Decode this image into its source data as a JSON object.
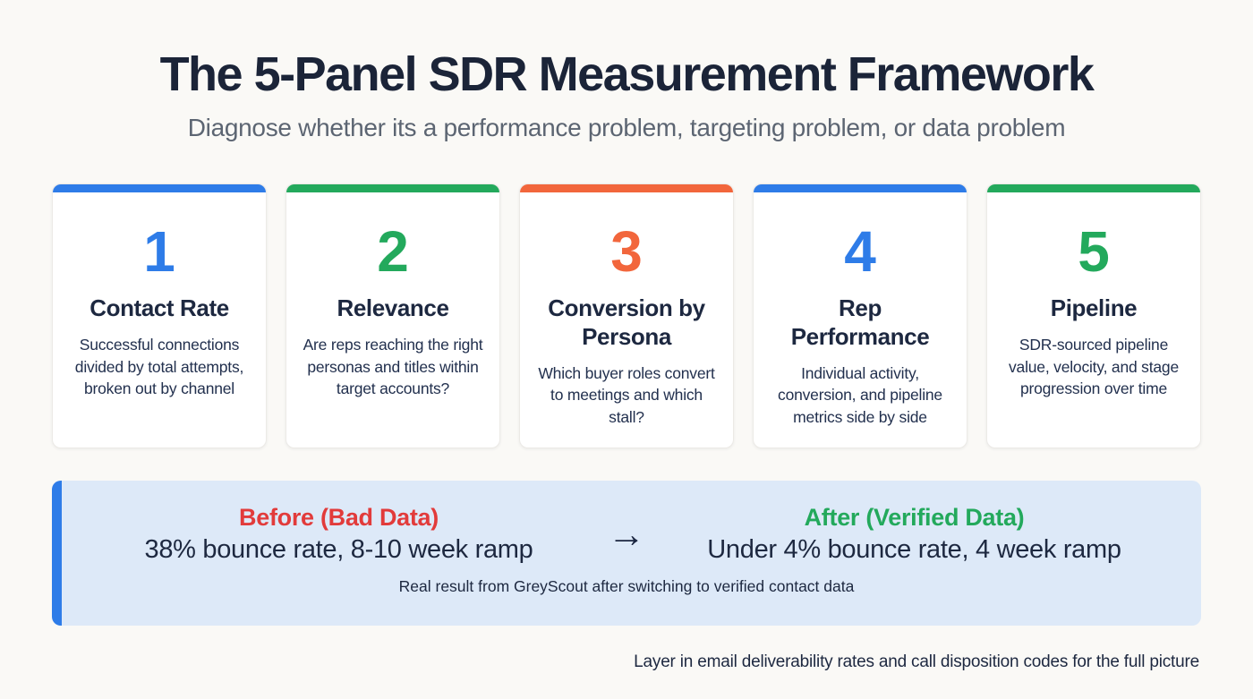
{
  "header": {
    "title": "The 5-Panel SDR Measurement Framework",
    "subtitle": "Diagnose whether its a performance problem, targeting problem, or data problem"
  },
  "colors": {
    "blue": "#2E7CE8",
    "green": "#23A95C",
    "orange": "#F2663C",
    "red": "#E23B3B",
    "navy": "#1D2840",
    "banner_background": "#DDE9F8",
    "page_background": "#FAF9F6"
  },
  "cards": [
    {
      "number": "1",
      "accent": "#2E7CE8",
      "title": "Contact Rate",
      "description": "Successful connections divided by total attempts, broken out by channel"
    },
    {
      "number": "2",
      "accent": "#23A95C",
      "title": "Relevance",
      "description": "Are reps reaching the right personas and titles within target accounts?"
    },
    {
      "number": "3",
      "accent": "#F2663C",
      "title": "Conversion by Persona",
      "description": "Which buyer roles convert to meetings and which stall?"
    },
    {
      "number": "4",
      "accent": "#2E7CE8",
      "title": "Rep Performance",
      "description": "Individual activity, conversion, and pipeline metrics side by side"
    },
    {
      "number": "5",
      "accent": "#23A95C",
      "title": "Pipeline",
      "description": "SDR-sourced pipeline value, velocity, and stage progression over time"
    }
  ],
  "comparison": {
    "before_label": "Before (Bad Data)",
    "before_value": "38% bounce rate, 8-10 week ramp",
    "arrow": "→",
    "after_label": "After (Verified Data)",
    "after_value": "Under 4% bounce rate, 4 week ramp",
    "caption": "Real result from GreyScout after switching to verified contact data"
  },
  "footer": {
    "note": "Layer in email deliverability rates and call disposition codes for the full picture"
  }
}
